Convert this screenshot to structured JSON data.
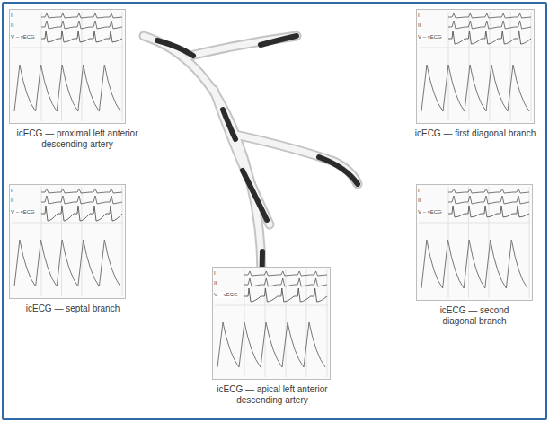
{
  "diagram": {
    "nodes": [
      {
        "text": [
          "icECG — proximal left anterior descending artery",
          "I",
          "II",
          "V – vECG"
        ]
      },
      {
        "text": [
          "icECG — first diagonal branch",
          "I",
          "II",
          "V – vECG"
        ]
      },
      {
        "text": [
          "icECG — septal branch",
          "I",
          "II",
          "V – vECG"
        ]
      },
      {
        "text": [
          "icECG — second diagonal branch",
          "I",
          "II",
          "V – vECG"
        ]
      },
      {
        "text": [
          "icECG — apical left anterior descending artery",
          "I",
          "II",
          "V – vECG"
        ]
      }
    ]
  }
}
